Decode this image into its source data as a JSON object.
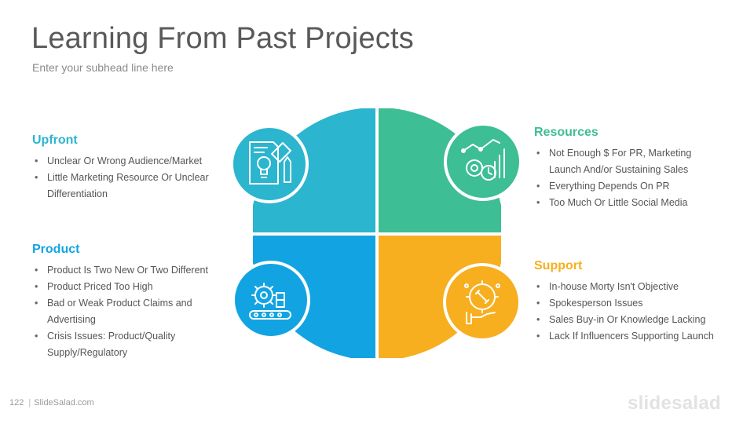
{
  "slide": {
    "title": "Learning From Past Projects",
    "subhead": "Enter your subhead line here",
    "page_number": "122",
    "footer_link": "SlideSalad.com",
    "brand": "slidesalad"
  },
  "colors": {
    "upfront": "#2BB5CE",
    "resources": "#3DBE94",
    "product": "#12A4E2",
    "support": "#F7AF1F"
  },
  "sections": {
    "upfront": {
      "title": "Upfront",
      "icon": "document-lightbulb-icon",
      "items": [
        "Unclear Or Wrong Audience/Market",
        "Little Marketing Resource Or Unclear Differentiation"
      ]
    },
    "product": {
      "title": "Product",
      "icon": "gear-conveyor-icon",
      "items": [
        "Product Is Two New Or Two Different",
        "Product Priced Too High",
        "Bad or Weak Product Claims and Advertising",
        "Crisis Issues: Product/Quality Supply/Regulatory"
      ]
    },
    "resources": {
      "title": "Resources",
      "icon": "growth-chart-gears-icon",
      "items": [
        "Not Enough $ For PR, Marketing Launch And/or Sustaining Sales",
        "Everything Depends On PR",
        "Too Much Or Little Social Media"
      ]
    },
    "support": {
      "title": "Support",
      "icon": "wrench-hand-icon",
      "items": [
        "In-house Morty Isn't Objective",
        "Spokesperson Issues",
        "Sales Buy-in Or Knowledge Lacking",
        "Lack If Influencers Supporting Launch"
      ]
    }
  }
}
